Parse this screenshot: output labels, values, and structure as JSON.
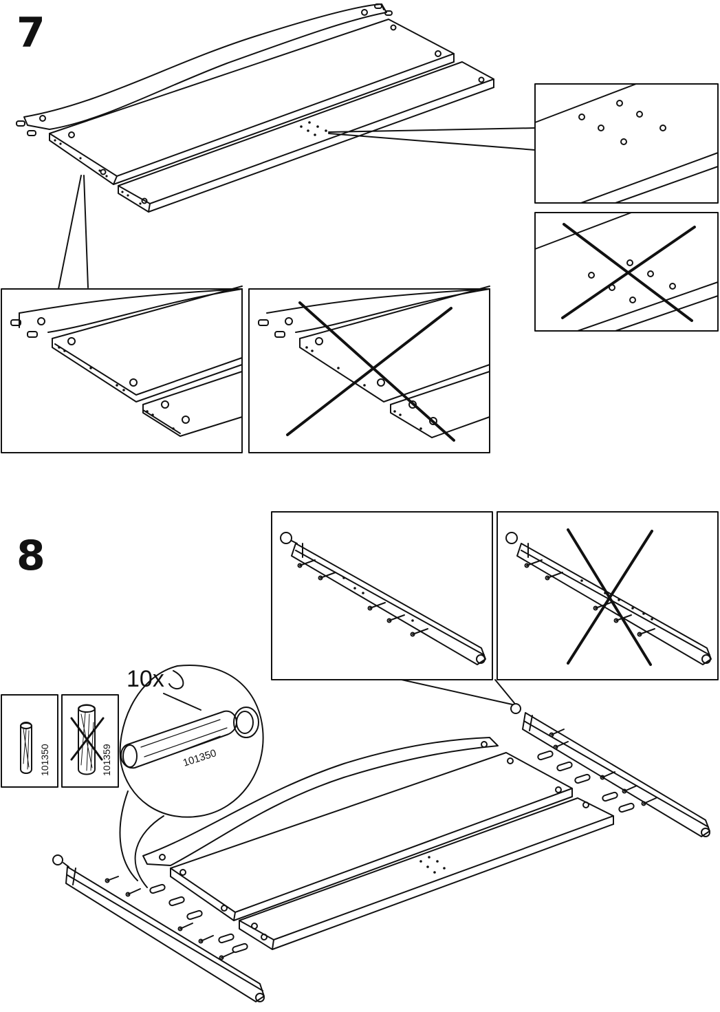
{
  "steps": [
    {
      "number": "7"
    },
    {
      "number": "8"
    }
  ],
  "parts": {
    "quantity_label": "10x",
    "dowel_code": "101350",
    "card_correct_code": "101350",
    "card_wrong_code": "101359"
  },
  "colors": {
    "line": "#111111",
    "background": "#ffffff"
  }
}
